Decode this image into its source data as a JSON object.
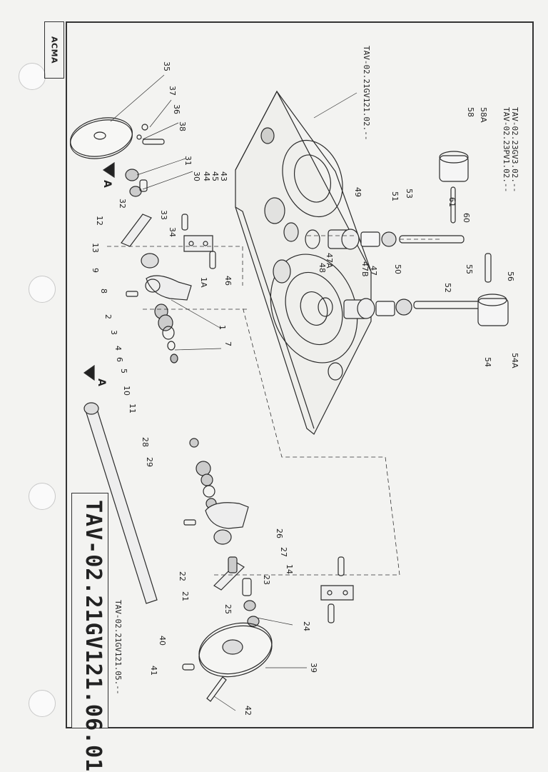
{
  "logo": {
    "text": "ACMA"
  },
  "title": "TAV-02.21GV121.06.01",
  "refs": {
    "ref_plate": "TAV-02.21GV121.02.--",
    "ref_shaft": "TAV-02.21GV121.05.--",
    "ref_unit_a": "TAV-02.23GV3.02.--",
    "ref_unit_b": "TAV-02.23PV1.02.--"
  },
  "view_marker": "A",
  "labels": [
    "1",
    "1A",
    "2",
    "3",
    "4",
    "5",
    "6",
    "7",
    "8",
    "9",
    "10",
    "11",
    "12",
    "13",
    "14",
    "21",
    "22",
    "23",
    "24",
    "25",
    "26",
    "27",
    "28",
    "29",
    "30",
    "31",
    "32",
    "33",
    "34",
    "35",
    "36",
    "37",
    "38",
    "39",
    "40",
    "41",
    "42",
    "43",
    "44",
    "45",
    "46",
    "47",
    "47A",
    "47B",
    "48",
    "49",
    "50",
    "51",
    "52",
    "53",
    "54",
    "54A",
    "55",
    "56",
    "58",
    "58A",
    "60",
    "61"
  ]
}
